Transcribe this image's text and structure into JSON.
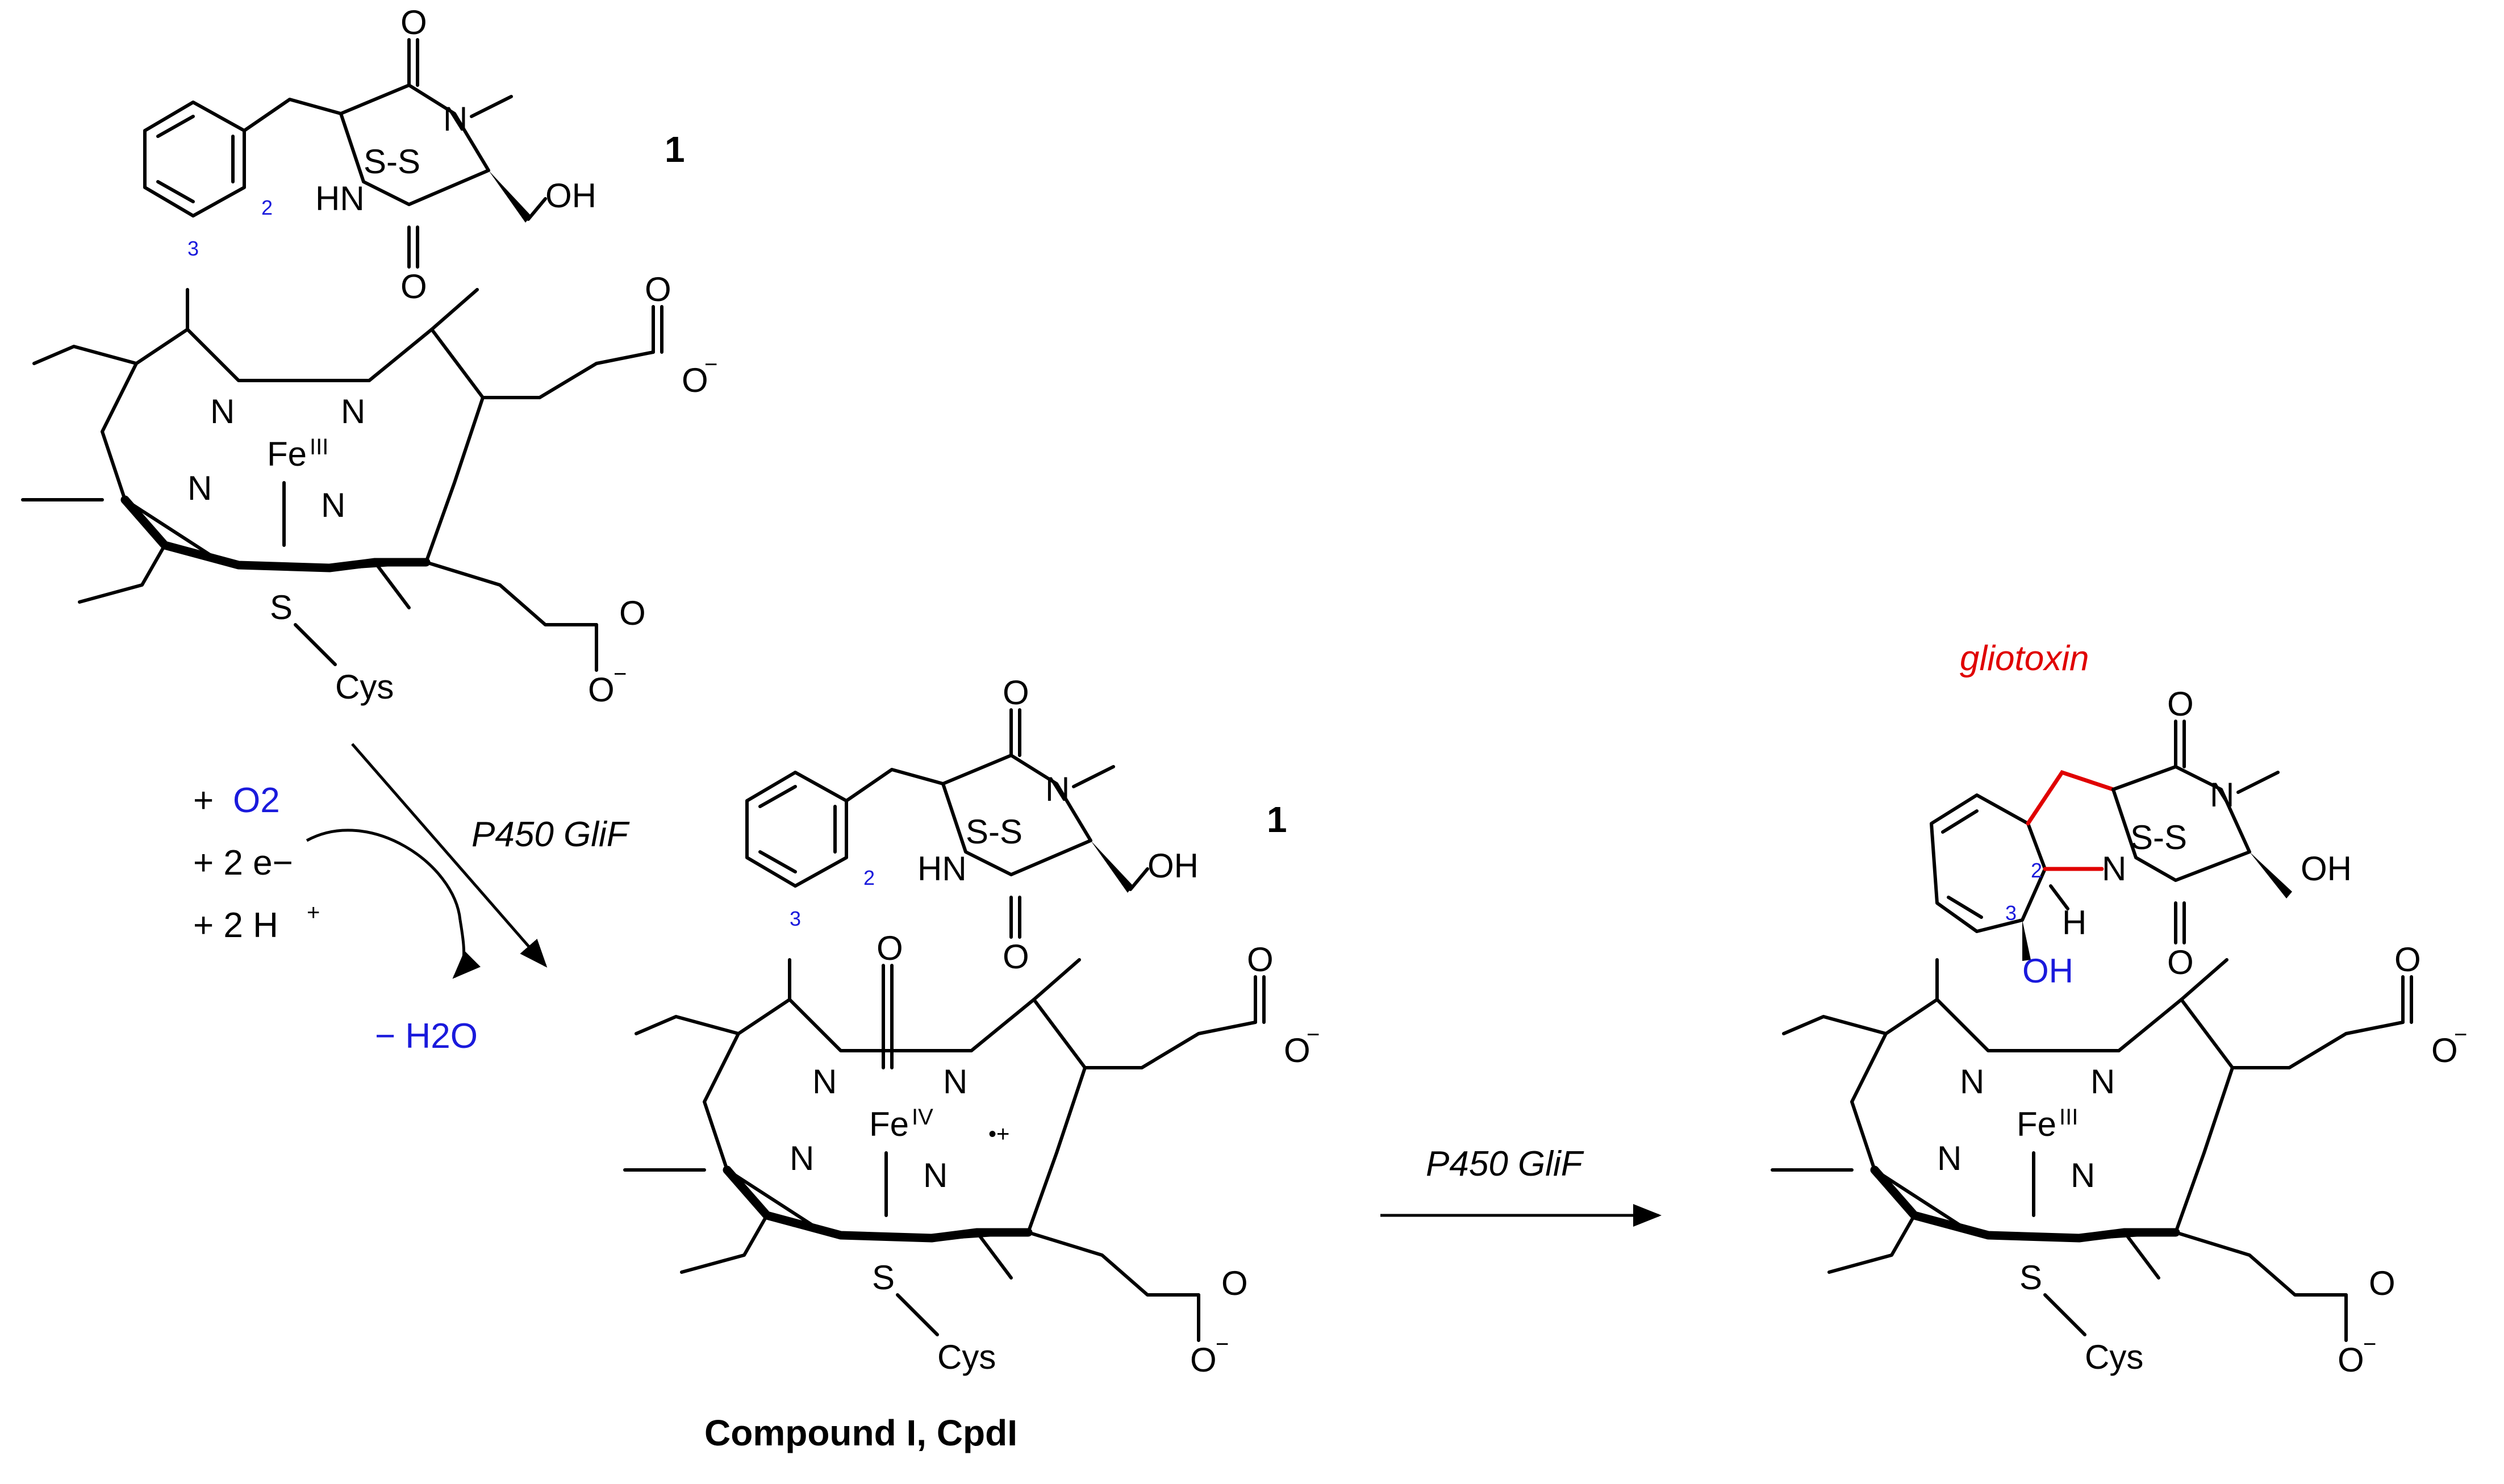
{
  "substrate": {
    "compound_number": "1",
    "atoms": {
      "n_methyl": "N",
      "hn": "HN",
      "ss": "S-S",
      "oh": "OH",
      "o_top": "O",
      "o_bottom": "O"
    },
    "position_2": "2",
    "position_3": "3"
  },
  "heme": {
    "fe_label": "Fe",
    "fe_resting_ox": "III",
    "fe_cpdI_ox": "IV",
    "n": "N",
    "thiolate_s": "S",
    "cys": "Cys",
    "carboxylate_o": "O",
    "minus": "−",
    "radical_cation": "•+",
    "oxo": "O"
  },
  "reaction_1": {
    "enzyme": "P450 GliF",
    "reagent_o2_prefix": "+ ",
    "reagent_o2": "O2",
    "reagent_electrons": "+ 2 e−",
    "reagent_protons": "+ 2 H",
    "reagent_protons_sup": "+",
    "byproduct": "− H2O"
  },
  "intermediate_label": "Compound I, CpdI",
  "reaction_2": {
    "enzyme": "P450 GliF"
  },
  "product": {
    "name": "gliotoxin",
    "atoms": {
      "n_methyl": "N",
      "n_ring": "N",
      "ss": "S-S",
      "oh_side": "OH",
      "oh_ring": "OH",
      "h": "H",
      "o_top": "O",
      "o_bottom": "O"
    },
    "position_2": "2",
    "position_3": "3"
  },
  "colors": {
    "highlight": "#e00000",
    "annotation": "#1a1adc",
    "ink": "#000000"
  }
}
